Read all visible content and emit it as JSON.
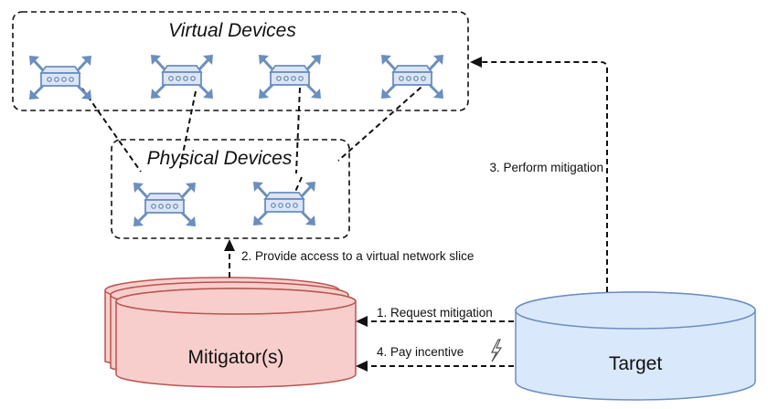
{
  "groups": {
    "virtual": "Virtual Devices",
    "physical": "Physical Devices"
  },
  "nodes": {
    "mitigator": "Mitigator(s)",
    "target": "Target"
  },
  "edges": {
    "provide_access": "2. Provide access to a virtual network slice",
    "request_mitigation": "1. Request mitigation",
    "pay_incentive": "4. Pay incentive",
    "perform_mitigation": "3. Perform mitigation"
  },
  "colors": {
    "device_fill": "#dbe5f5",
    "device_stroke": "#6c8ebf",
    "mitigator_fill": "#f8cecc",
    "mitigator_stroke": "#b85450",
    "target_fill": "#dae8fc",
    "target_stroke": "#6c8ebf"
  },
  "icons": {
    "device": "network-switch-icon",
    "payment": "lightning-bolt-icon"
  }
}
